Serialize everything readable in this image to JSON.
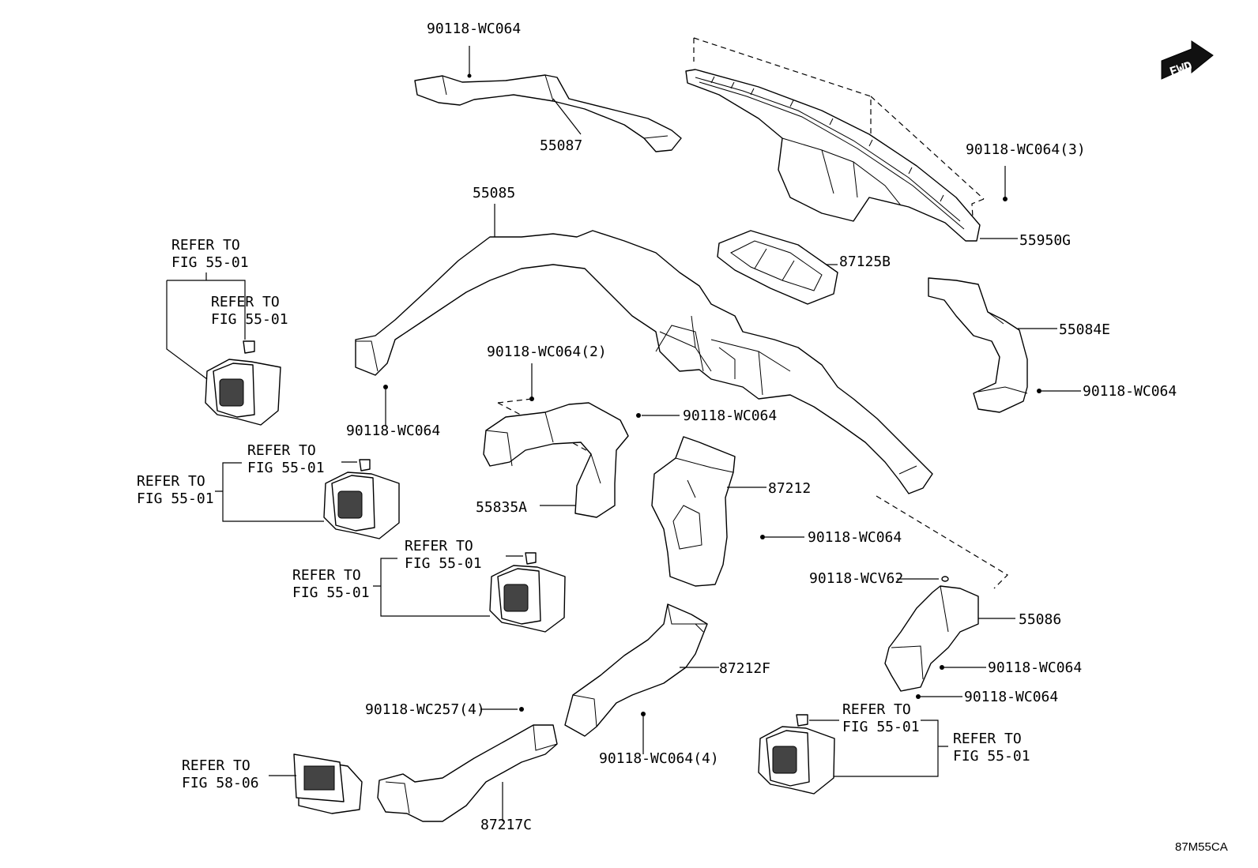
{
  "labels": {
    "p55087": "55087",
    "p55085": "55085",
    "p55950g": "55950G",
    "p87125b": "87125B",
    "p55084e": "55084E",
    "p55835a": "55835A",
    "p87212": "87212",
    "p87212f": "87212F",
    "p55086": "55086",
    "p87217c": "87217C",
    "bolt_top": "90118-WC064",
    "bolt_3": "90118-WC064(3)",
    "bolt_2": "90118-WC064(2)",
    "bolt_left": "90118-WC064",
    "bolt_mid": "90118-WC064",
    "bolt_right_84e": "90118-WC064",
    "bolt_center": "90118-WC064",
    "bolt_wcv62": "90118-WCV62",
    "bolt_86a": "90118-WC064",
    "bolt_86b": "90118-WC064",
    "bolt_wc257": "90118-WC257(4)",
    "bolt_4": "90118-WC064(4)"
  },
  "refer_to": "REFER TO",
  "fig_55_01": "FIG 55-01",
  "fig_58_06": "FIG 58-06",
  "fwd": "FWD",
  "diagram_code": "87M55CA"
}
